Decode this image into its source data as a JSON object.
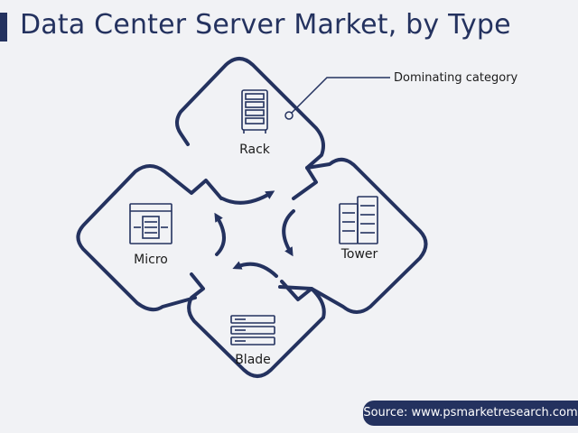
{
  "title": "Data Center Server Market, by Type",
  "callout": "Dominating category",
  "segments": [
    {
      "label": "Rack",
      "icon": "rack-server-icon"
    },
    {
      "label": "Tower",
      "icon": "tower-server-icon"
    },
    {
      "label": "Blade",
      "icon": "blade-server-icon"
    },
    {
      "label": "Micro",
      "icon": "micro-server-icon"
    }
  ],
  "source": "Source: www.psmarketresearch.com",
  "colors": {
    "primary": "#24325f",
    "background": "#f1f2f5"
  }
}
